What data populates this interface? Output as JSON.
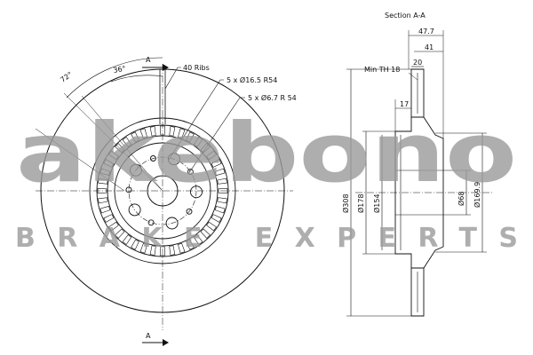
{
  "drawing": {
    "front_view": {
      "section_marker_top": "A",
      "section_marker_bottom": "A",
      "angle_outer": "72°",
      "angle_inner": "36°",
      "ribs_label": "40 Ribs",
      "bolt_holes_label": "5 x Ø16.5 R54",
      "small_holes_label": "5 x Ø6.7 R 54"
    },
    "section_view": {
      "title": "Section A-A",
      "dim_total_width": "47.7",
      "dim_hat_width": "41",
      "dim_disc_thickness": "20",
      "min_thickness_label": "Min TH 18",
      "dim_offset": "17",
      "dim_outer_diameter": "Ø308",
      "dim_hat_diameter": "Ø178",
      "dim_inner_diameter": "Ø154",
      "dim_center_bore": "Ø68",
      "dim_hub_diameter": "Ø169.9"
    }
  },
  "watermark": {
    "logo_text": "akebono",
    "tagline": "BRAKE EXPERTS",
    "color": "#9a9a9a"
  }
}
